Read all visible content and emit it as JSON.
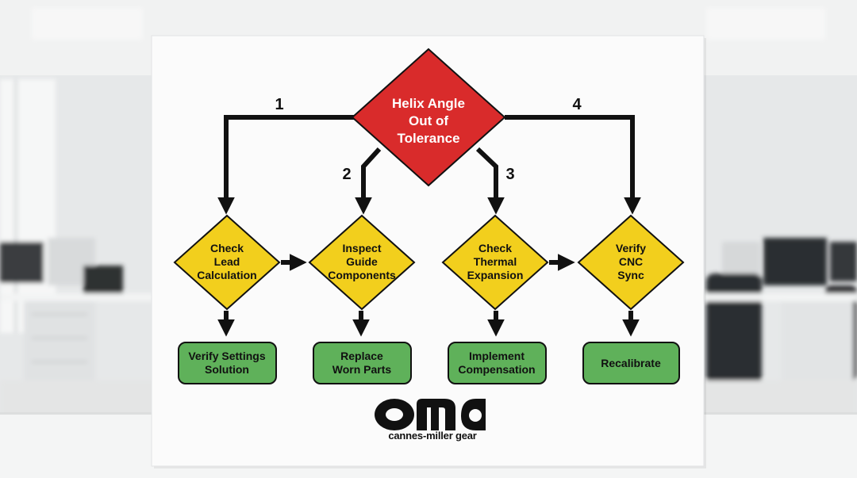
{
  "diagram": {
    "root": {
      "lines": [
        "Helix Angle",
        "Out of",
        "Tolerance"
      ],
      "color": "#d92b2b"
    },
    "branch_numbers": [
      "1",
      "2",
      "3",
      "4"
    ],
    "checks": [
      {
        "lines": [
          "Check",
          "Lead",
          "Calculation"
        ]
      },
      {
        "lines": [
          "Inspect",
          "Guide",
          "Components"
        ]
      },
      {
        "lines": [
          "Check",
          "Thermal",
          "Expansion"
        ]
      },
      {
        "lines": [
          "Verify",
          "CNC",
          "Sync"
        ]
      }
    ],
    "solutions": [
      {
        "lines": [
          "Verify Settings",
          "Solution"
        ]
      },
      {
        "lines": [
          "Replace",
          "Worn Parts"
        ]
      },
      {
        "lines": [
          "Implement",
          "Compensation"
        ]
      },
      {
        "lines": [
          "Recalibrate"
        ]
      }
    ],
    "colors": {
      "decision": "#f2cf1d",
      "solution": "#5fb15a",
      "arrow": "#111111"
    }
  },
  "logo": {
    "mark": "oma",
    "subtitle": "cannes-miller gear"
  }
}
